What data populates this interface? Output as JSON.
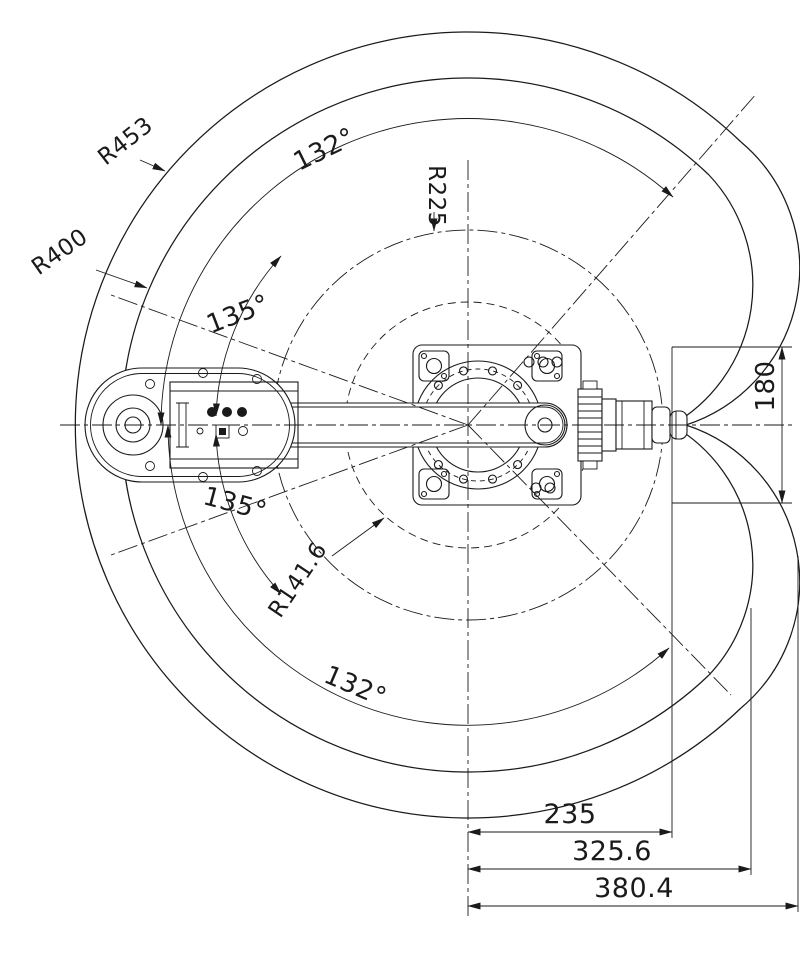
{
  "colors": {
    "ink": "#1a1a1a",
    "background": "#ffffff"
  },
  "drawing": {
    "radius_labels": {
      "r453": "R453",
      "r400": "R400",
      "r225": "R225",
      "r141_6": "R141.6"
    },
    "angle_labels": {
      "top": "132°",
      "upper_left": "135°",
      "lower_left": "135°",
      "bottom": "132°"
    },
    "linear_dims": {
      "width_180": "180",
      "dim_235": "235",
      "dim_325_6": "325.6",
      "dim_380_4": "380.4"
    }
  }
}
